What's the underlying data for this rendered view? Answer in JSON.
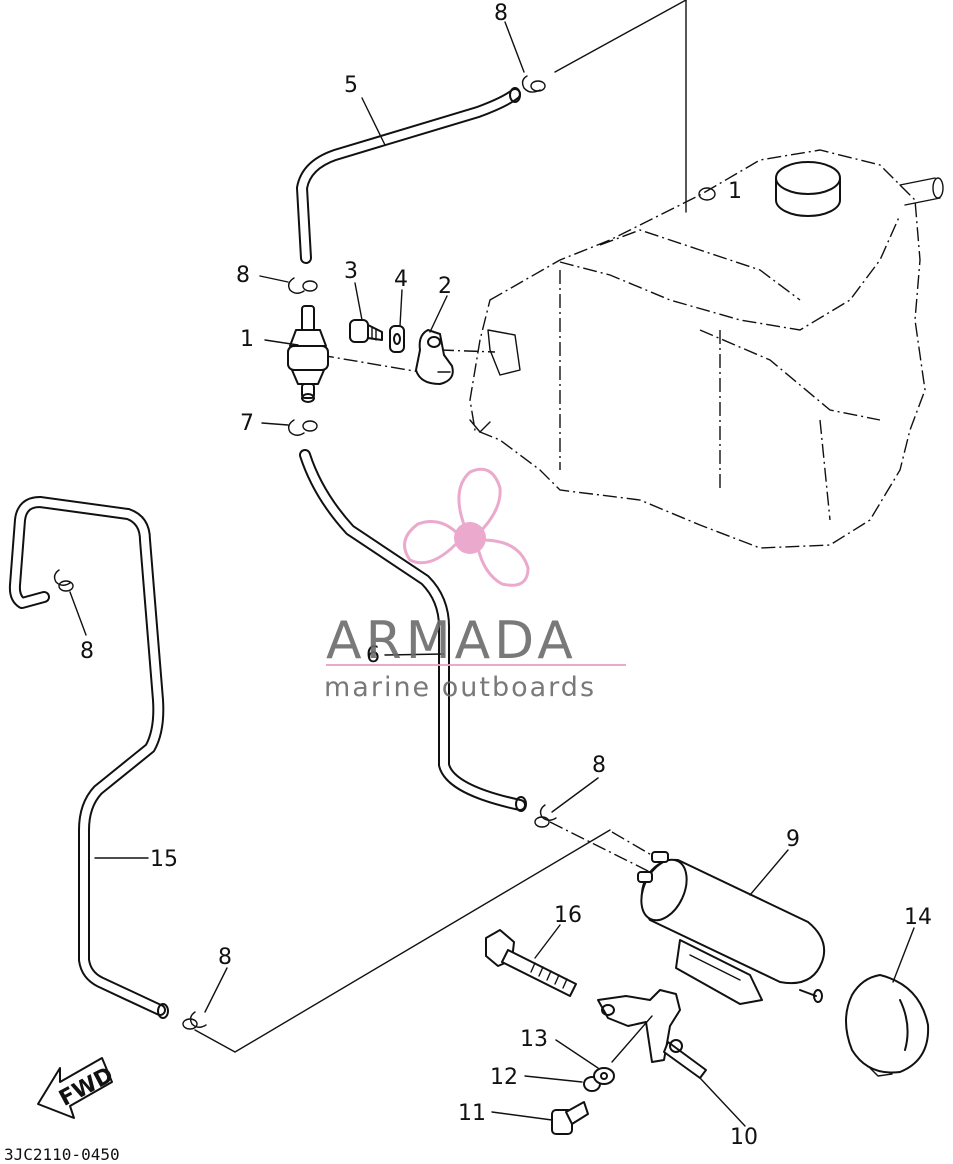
{
  "diagram_code": "3JC2110-0450",
  "direction_arrow_label": "FWD",
  "watermark": {
    "brand": "ARMADA",
    "tagline": "marine outboards",
    "accent_color": "#e8a0c8",
    "text_color": "#6b6b6b",
    "logo_icon": "propeller-icon"
  },
  "callouts": {
    "c1": "1",
    "c2": "2",
    "c3": "3",
    "c4": "4",
    "c5": "5",
    "c6": "6",
    "c7": "7",
    "c8a": "8",
    "c8b": "8",
    "c8c": "8",
    "c8d": "8",
    "c8e": "8",
    "c9": "9",
    "c10": "10",
    "c11": "11",
    "c12": "12",
    "c13": "13",
    "c14": "14",
    "c15": "15",
    "c16": "16",
    "tank_ref": "1"
  }
}
